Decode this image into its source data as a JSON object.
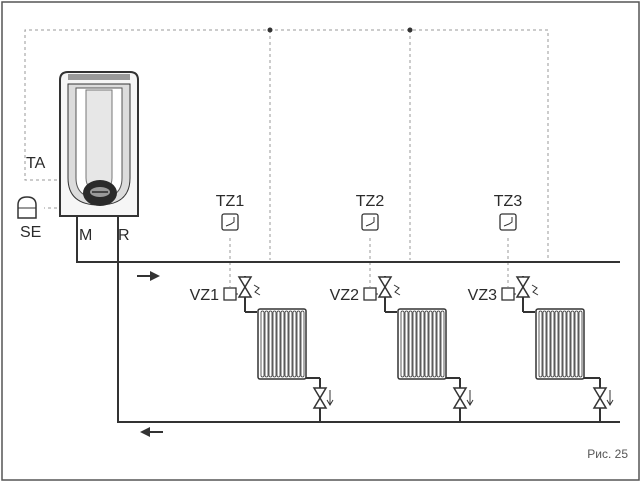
{
  "labels": {
    "thermostat": "TA",
    "sensor": "SE",
    "flow": "M",
    "return": "R",
    "zones": [
      {
        "thermostat": "TZ1",
        "valve": "VZ1"
      },
      {
        "thermostat": "TZ2",
        "valve": "VZ2"
      },
      {
        "thermostat": "TZ3",
        "valve": "VZ3"
      }
    ]
  },
  "caption": "Рис. 25",
  "colors": {
    "line": "#333333",
    "dashed": "#999999",
    "panel": "#dcdcdc",
    "frame": "#555555"
  }
}
